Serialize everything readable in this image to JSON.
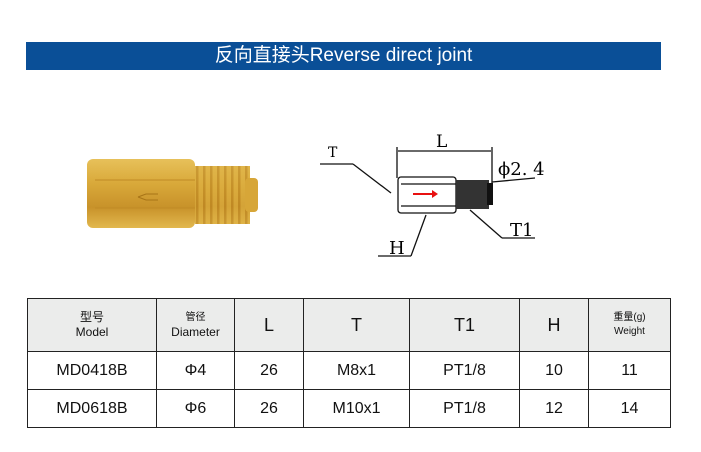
{
  "title": "反向直接头Reverse direct joint",
  "drawing": {
    "label_T": "T",
    "label_L": "L",
    "label_phi": "ϕ2. 4",
    "label_T1": "T1",
    "label_H": "H",
    "arrow_color": "#e81010"
  },
  "table": {
    "headers": [
      {
        "cn": "型号",
        "en": "Model"
      },
      {
        "cn": "管径",
        "en": "Diameter"
      },
      {
        "en": "L"
      },
      {
        "en": "T"
      },
      {
        "en": "T1"
      },
      {
        "en": "H"
      },
      {
        "cn": "重量(g)",
        "en": "Weight"
      }
    ],
    "rows": [
      [
        "MD0418B",
        "Φ4",
        "26",
        "M8x1",
        "PT1/8",
        "10",
        "11"
      ],
      [
        "MD0618B",
        "Φ6",
        "26",
        "M10x1",
        "PT1/8",
        "12",
        "14"
      ]
    ]
  }
}
